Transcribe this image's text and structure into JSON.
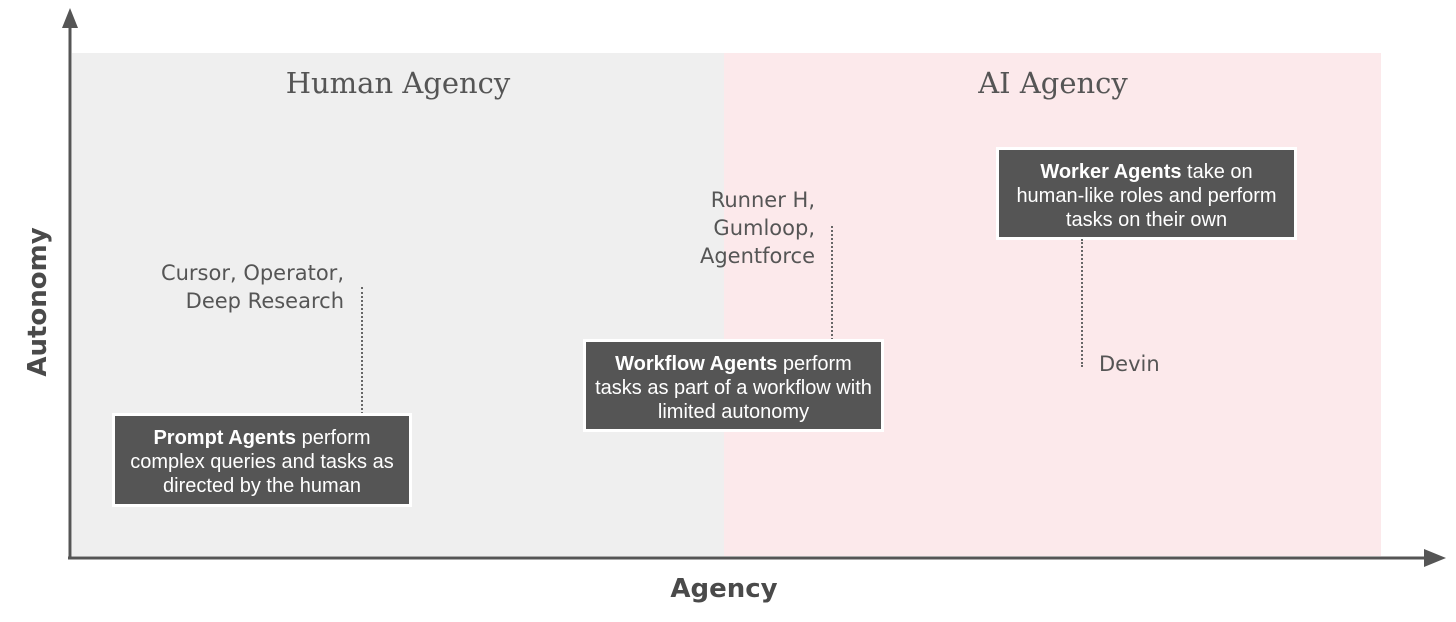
{
  "regions": {
    "human": {
      "title": "Human Agency"
    },
    "ai": {
      "title": "AI Agency"
    }
  },
  "axes": {
    "y_label": "Autonomy",
    "x_label": "Agency"
  },
  "agents": {
    "prompt": {
      "name": "Prompt Agents",
      "description": " perform complex queries and tasks as directed by the human",
      "examples": "Cursor, Operator,\nDeep Research"
    },
    "workflow": {
      "name": "Workflow Agents",
      "description": " perform tasks as part of a workflow with limited autonomy",
      "examples": "Runner H,\nGumloop,\nAgentforce"
    },
    "worker": {
      "name": "Worker Agents",
      "description": " take on human-like roles and perform tasks on their own",
      "examples": "Devin"
    }
  },
  "colors": {
    "human_region": "#efefef",
    "ai_region": "#fce9eb",
    "box_fill": "#555555",
    "axis": "#555555"
  }
}
